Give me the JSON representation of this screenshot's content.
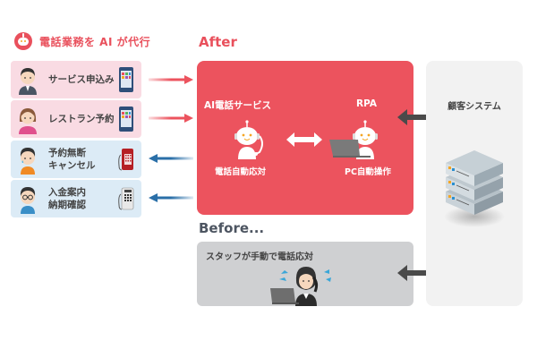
{
  "header": {
    "title": "電話業務を AI が代行",
    "logo_icon": "robot-icon"
  },
  "cases": [
    {
      "label_lines": [
        "サービス申込み"
      ],
      "avatar": "businessman-avatar",
      "device": "smartphone-icon",
      "theme": "pink",
      "direction": "to-ai"
    },
    {
      "label_lines": [
        "レストラン予約"
      ],
      "avatar": "woman-avatar",
      "device": "smartphone-icon",
      "theme": "pink",
      "direction": "to-ai"
    },
    {
      "label_lines": [
        "予約無断",
        "キャンセル"
      ],
      "avatar": "worried-man-avatar",
      "device": "red-phone-icon",
      "theme": "blue",
      "direction": "from-ai"
    },
    {
      "label_lines": [
        "入金案内",
        "納期確認"
      ],
      "avatar": "glasses-man-avatar",
      "device": "office-phone-icon",
      "theme": "blue",
      "direction": "from-ai"
    }
  ],
  "after": {
    "title": "After",
    "ai_service": {
      "title": "AI電話サービス",
      "subtitle": "電話自動応対"
    },
    "rpa": {
      "title": "RPA",
      "subtitle": "PC自動操作"
    }
  },
  "before": {
    "title": "Before...",
    "description": "スタッフが手動で電話応対"
  },
  "system": {
    "title": "顧客システム"
  },
  "colors": {
    "accent_red": "#ec535e",
    "header_red": "#e9505c",
    "arrow_blue": "#2a6fa8",
    "pink_bg": "#f9dbe3",
    "blue_bg": "#dcebf6",
    "before_gray": "#cfd0d2",
    "system_bg": "#f2f2f2",
    "dark_arrow": "#4a4a4a"
  }
}
